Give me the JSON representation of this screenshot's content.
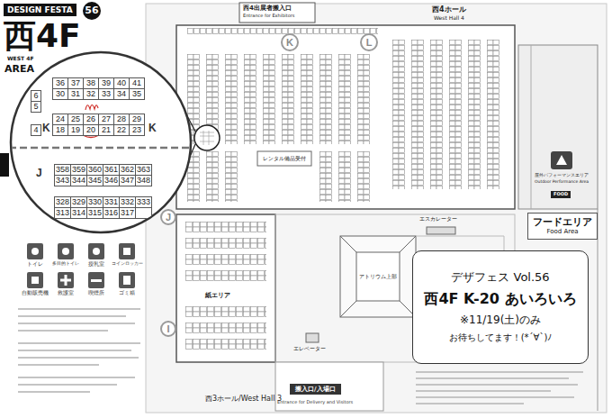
{
  "diagram": {
    "nodes": [
      {
        "text": [
          "K"
        ]
      },
      {
        "text": [
          "L"
        ]
      },
      {
        "text": [
          "J"
        ]
      },
      {
        "text": [
          "I"
        ]
      },
      {
        "text": [
          "フードエリア",
          "Food Area"
        ]
      },
      {
        "text": [
          "デザフェス Vol.56",
          "西4F K-20 あいろいろ",
          "※11/19(土)のみ",
          "お待ちしてます！(*´∀`)ﾉ"
        ]
      }
    ],
    "labels": [
      "DESIGN FESTA",
      "56",
      "西4F",
      "WEST 4F",
      "AREA",
      "36",
      "37",
      "38",
      "39",
      "40",
      "41",
      "30",
      "31",
      "32",
      "33",
      "34",
      "35",
      "24",
      "25",
      "26",
      "27",
      "28",
      "29",
      "18",
      "19",
      "20",
      "21",
      "22",
      "23",
      "6",
      "5",
      "4",
      "K",
      "K",
      "J",
      "358",
      "359",
      "360",
      "361",
      "362",
      "363",
      "343",
      "344",
      "345",
      "346",
      "347",
      "348",
      "328",
      "329",
      "330",
      "331",
      "332",
      "333",
      "313",
      "314",
      "315",
      "316",
      "317",
      "西4出展者搬入口",
      "Entrance for Exhibitors",
      "西4ホール",
      "West Hall 4",
      "レンタル備品受付",
      "エスカレーター",
      "アトリウム上部",
      "エレベーター",
      "紙エリア",
      "西3ホール/West Hall 3",
      "搬入口/入場口",
      "Entrance for Delivery and Visitors",
      "屋外パフォーマンスエリア",
      "Outdoor Performance Area",
      "FOOD"
    ],
    "legend": [
      {
        "text": "トイレ"
      },
      {
        "text": "多目的トイレ"
      },
      {
        "text": "授乳室"
      },
      {
        "text": "コインロッカー"
      },
      {
        "text": "自動販売機"
      },
      {
        "text": "救護室"
      },
      {
        "text": "喫煙所"
      },
      {
        "text": "ゴミ箱"
      }
    ]
  }
}
